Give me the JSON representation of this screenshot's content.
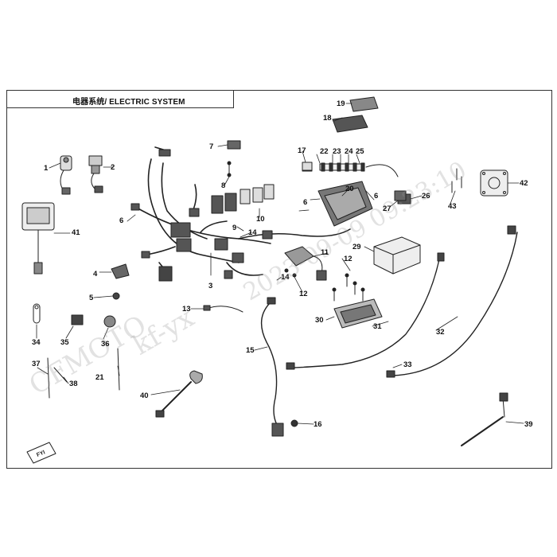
{
  "title": "电器系统/ ELECTRIC SYSTEM",
  "watermark": {
    "brand": "CFMOTO",
    "user": "kf-yx",
    "stamp": "2023-09-09 09:23:10"
  },
  "badge": "FYI",
  "callouts": [
    "1",
    "2",
    "3",
    "4",
    "5",
    "6",
    "6",
    "6",
    "7",
    "8",
    "9",
    "10",
    "11",
    "12",
    "12",
    "13",
    "14",
    "14",
    "15",
    "16",
    "17",
    "18",
    "19",
    "20",
    "21",
    "22",
    "23",
    "24",
    "25",
    "26",
    "27",
    "29",
    "30",
    "31",
    "32",
    "33",
    "34",
    "35",
    "36",
    "37",
    "38",
    "39",
    "40",
    "41",
    "42",
    "43"
  ]
}
